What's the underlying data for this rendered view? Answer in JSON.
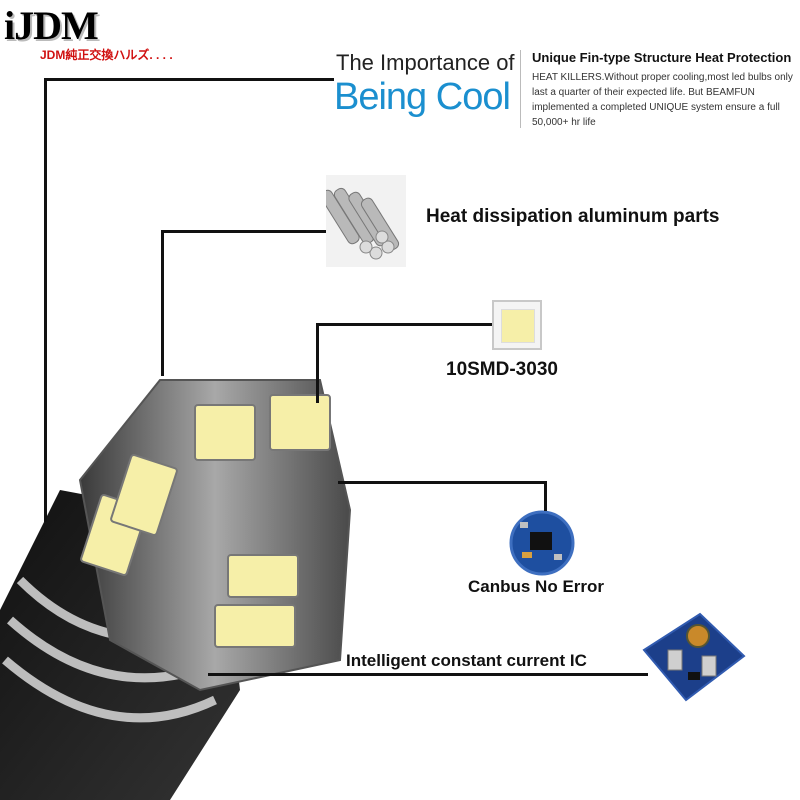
{
  "brand": {
    "name": "iJDM",
    "tagline": "JDM純正交換ハルズ. . . ."
  },
  "header": {
    "title_line1": "The Importance of",
    "title_line2": "Being Cool",
    "subtitle": "Unique Fin-type Structure Heat Protection",
    "description": "HEAT KILLERS.Without proper cooling,most led bulbs only last a quarter of their expected life. But BEAMFUN implemented a completed UNIQUE system ensure a full 50,000+ hr life"
  },
  "features": {
    "heat": "Heat dissipation aluminum parts",
    "smd": "10SMD-3030",
    "canbus": "Canbus No Error",
    "ic": "Intelligent constant current IC"
  },
  "colors": {
    "accent_blue": "#1b8fcf",
    "brand_red": "#d01010",
    "led_yellow": "#f6efa8"
  }
}
